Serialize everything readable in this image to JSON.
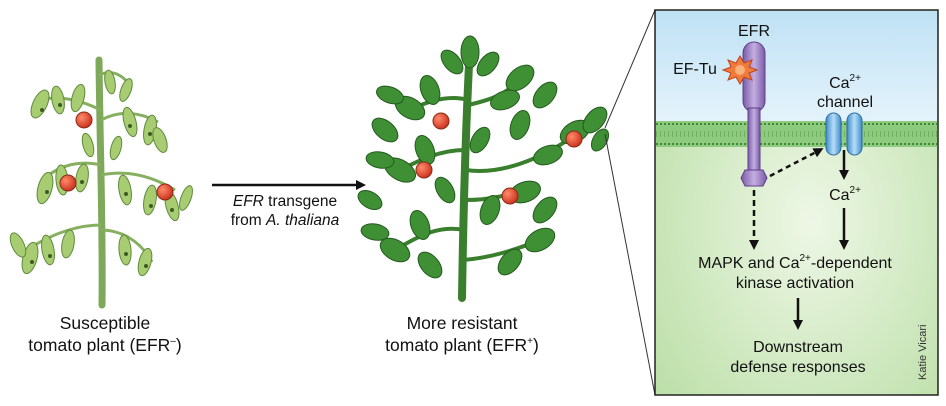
{
  "left_plant": {
    "line1": "Susceptible",
    "line2": "tomato plant (EFR",
    "sup": "–",
    "close": ")"
  },
  "center_plant": {
    "line1": "More resistant",
    "line2": "tomato plant (EFR",
    "sup": "+",
    "close": ")"
  },
  "transgene_arrow": {
    "italic1": "EFR",
    "text1": " transgene",
    "text2": "from ",
    "italic2": "A. thaliana"
  },
  "panel": {
    "efr": "EFR",
    "ef_tu": "EF-Tu",
    "ca_channel_pre": "Ca",
    "ca_channel_sup": "2+",
    "ca_channel_line2": "channel",
    "ca_ion": "Ca",
    "ca_ion_sup": "2+",
    "activation_pre": "MAPK and Ca",
    "activation_sup": "2+",
    "activation_post": "-dependent",
    "activation_line2": "kinase activation",
    "responses_line1": "Downstream",
    "responses_line2": "defense responses",
    "credit": "Katie Vicari"
  },
  "colors": {
    "wilted_leaf": "#9fc46a",
    "healthy_leaf": "#3f8f35",
    "tomato": "#e0452b",
    "efr_receptor": "#9a7cc0",
    "channel": "#6fb3e0",
    "membrane": "#5aa05a",
    "panel_top": "#c9e6f7",
    "panel_bottom": "#cfe8c0"
  }
}
